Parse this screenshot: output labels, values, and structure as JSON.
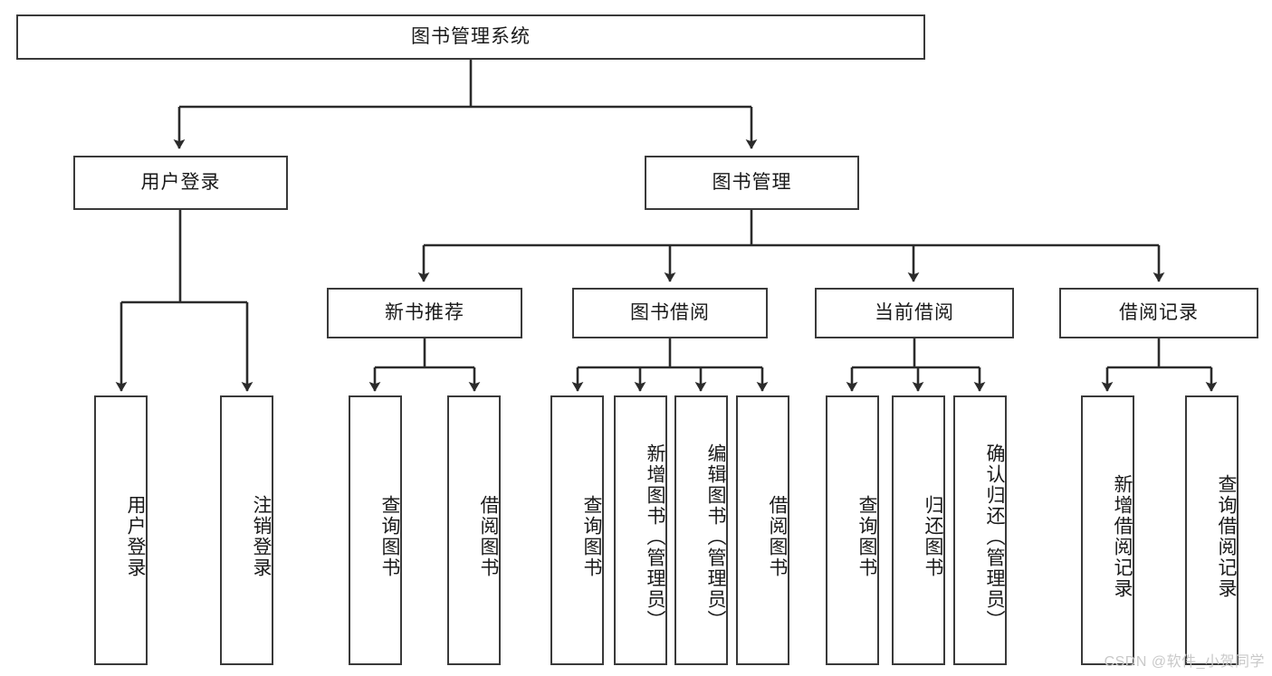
{
  "diagram": {
    "title": "图书管理系统",
    "type": "tree-hierarchy",
    "orientation": "top-down",
    "colors": {
      "node_border": "#3a3a3a",
      "node_fill": "#ffffff",
      "edge": "#2b2b2b",
      "text": "#1a1a1a",
      "watermark": "#c9c9c9"
    },
    "root": {
      "id": "root",
      "label": "图书管理系统",
      "orientation": "horizontal"
    },
    "level1": [
      {
        "id": "user-login",
        "label": "用户登录",
        "orientation": "horizontal"
      },
      {
        "id": "book-manage",
        "label": "图书管理",
        "orientation": "horizontal"
      }
    ],
    "level2": [
      {
        "id": "new-book-recommend",
        "label": "新书推荐",
        "orientation": "horizontal",
        "parent": "book-manage"
      },
      {
        "id": "book-borrow",
        "label": "图书借阅",
        "orientation": "horizontal",
        "parent": "book-manage"
      },
      {
        "id": "current-borrow",
        "label": "当前借阅",
        "orientation": "horizontal",
        "parent": "book-manage"
      },
      {
        "id": "borrow-record",
        "label": "借阅记录",
        "orientation": "horizontal",
        "parent": "book-manage"
      }
    ],
    "leaves": [
      {
        "id": "leaf-user-login",
        "label": "用户登录",
        "parent": "user-login",
        "orientation": "vertical"
      },
      {
        "id": "leaf-logout-login",
        "label": "注销登录",
        "parent": "user-login",
        "orientation": "vertical"
      },
      {
        "id": "leaf-query-book-1",
        "label": "查询图书",
        "parent": "new-book-recommend",
        "orientation": "vertical"
      },
      {
        "id": "leaf-borrow-book-1",
        "label": "借阅图书",
        "parent": "new-book-recommend",
        "orientation": "vertical"
      },
      {
        "id": "leaf-query-book-2",
        "label": "查询图书",
        "parent": "book-borrow",
        "orientation": "vertical"
      },
      {
        "id": "leaf-add-book",
        "label": "新增图书（管理员）",
        "parent": "book-borrow",
        "orientation": "vertical"
      },
      {
        "id": "leaf-edit-book",
        "label": "编辑图书（管理员）",
        "parent": "book-borrow",
        "orientation": "vertical"
      },
      {
        "id": "leaf-borrow-book-2",
        "label": "借阅图书",
        "parent": "book-borrow",
        "orientation": "vertical"
      },
      {
        "id": "leaf-query-book-3",
        "label": "查询图书",
        "parent": "current-borrow",
        "orientation": "vertical"
      },
      {
        "id": "leaf-return-book",
        "label": "归还图书",
        "parent": "current-borrow",
        "orientation": "vertical"
      },
      {
        "id": "leaf-confirm-return",
        "label": "确认归还（管理员）",
        "parent": "current-borrow",
        "orientation": "vertical"
      },
      {
        "id": "leaf-add-record",
        "label": "新增借阅记录",
        "parent": "borrow-record",
        "orientation": "vertical"
      },
      {
        "id": "leaf-query-record",
        "label": "查询借阅记录",
        "parent": "borrow-record",
        "orientation": "vertical"
      }
    ]
  },
  "watermark": {
    "text": "CSDN @软件_小贺同学"
  }
}
